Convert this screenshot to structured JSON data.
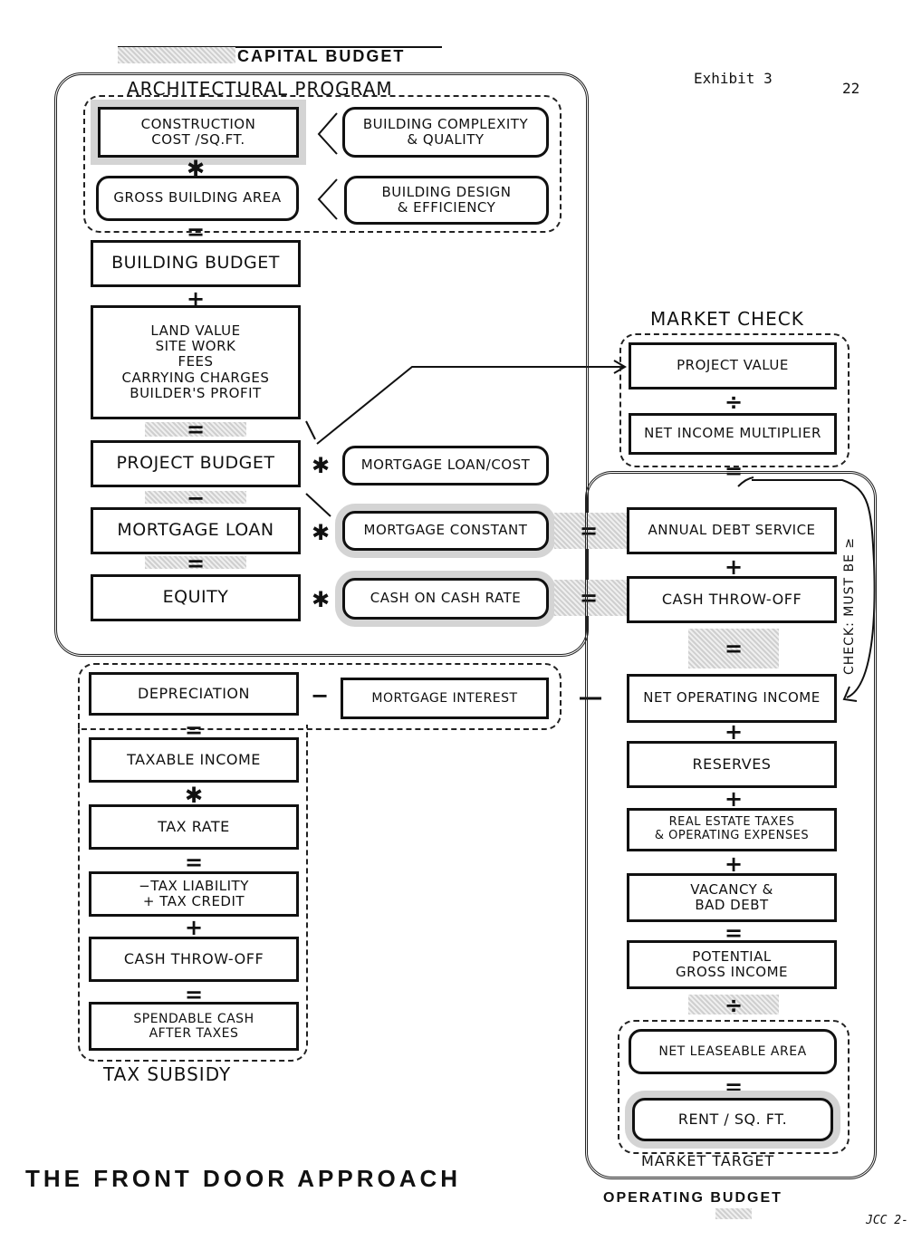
{
  "header": {
    "capital_budget": "CAPITAL BUDGET",
    "exhibit": "Exhibit 3",
    "page_number": "22"
  },
  "architectural_program": {
    "title": "Architectural Program",
    "construction_cost": "Construction\nCost  /Sq.Ft.",
    "building_complexity": "Building Complexity\n& Quality",
    "gross_building_area": "Gross Building Area",
    "building_design": "Building Design\n& Efficiency"
  },
  "capital": {
    "building_budget": "Building Budget",
    "land_value": "Land Value\nSite Work\nFees\nCarrying Charges\nBuilder's Profit",
    "project_budget": "Project Budget",
    "mortgage_loan_cost": "Mortgage Loan/Cost",
    "mortgage_loan": "Mortgage Loan",
    "mortgage_constant": "Mortgage Constant",
    "equity": "Equity",
    "cash_on_cash": "Cash on Cash Rate"
  },
  "market_check": {
    "title": "Market Check",
    "project_value": "Project Value",
    "net_income_multiplier": "Net Income Multiplier"
  },
  "operating": {
    "annual_debt_service": "Annual Debt Service",
    "cash_throw_off": "Cash Throw-Off",
    "check_note": "Check: Must Be ≥",
    "net_operating_income": "Net Operating Income",
    "reserves": "Reserves",
    "real_estate_taxes": "Real Estate Taxes\n& Operating Expenses",
    "vacancy": "Vacancy &\nBad Debt",
    "potential_gross": "Potential\nGross Income",
    "net_leaseable_area": "Net Leaseable Area",
    "rent": "Rent / Sq. Ft.",
    "market_target": "Market Target",
    "operating_budget": "OPERATING BUDGET"
  },
  "tax": {
    "depreciation": "Depreciation",
    "mortgage_interest": "Mortgage Interest",
    "taxable_income": "Taxable Income",
    "tax_rate": "Tax Rate",
    "tax_liability": "−Tax Liability\n+ Tax Credit",
    "cash_throw_off": "Cash Throw-Off",
    "spendable_cash": "Spendable Cash\nAfter Taxes",
    "title": "Tax Subsidy"
  },
  "operators": {
    "times": "✱",
    "equals": "=",
    "plus": "+",
    "minus": "−",
    "divide": "÷"
  },
  "footer": {
    "title": "THE FRONT DOOR APPROACH",
    "initials": "JCC 2-"
  }
}
